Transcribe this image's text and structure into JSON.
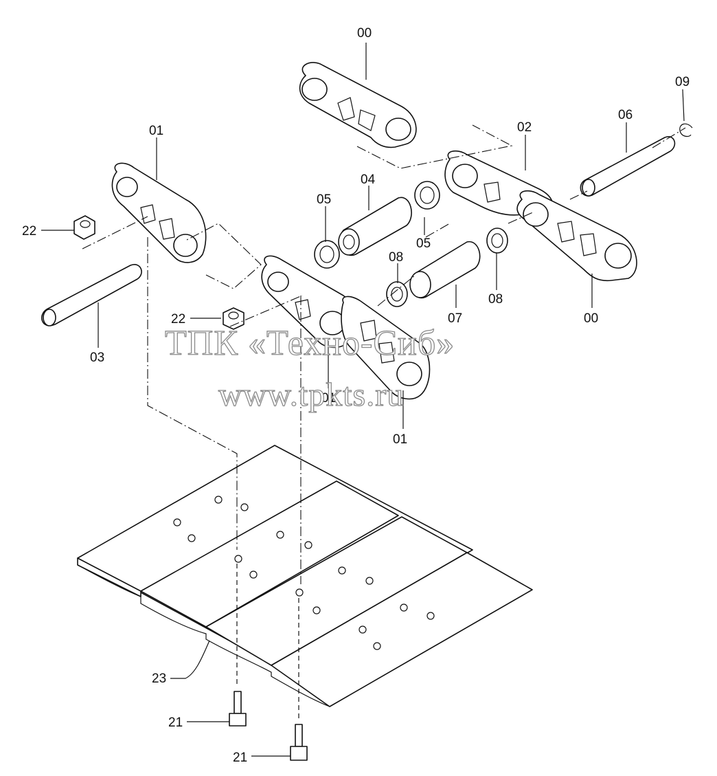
{
  "callouts": [
    {
      "id": "c00a",
      "text": "00"
    },
    {
      "id": "c09",
      "text": "09"
    },
    {
      "id": "c06",
      "text": "06"
    },
    {
      "id": "c02",
      "text": "02"
    },
    {
      "id": "c01a",
      "text": "01"
    },
    {
      "id": "c04",
      "text": "04"
    },
    {
      "id": "c05a",
      "text": "05"
    },
    {
      "id": "c05b",
      "text": "05"
    },
    {
      "id": "c22a",
      "text": "22"
    },
    {
      "id": "c08a",
      "text": "08"
    },
    {
      "id": "c08b",
      "text": "08"
    },
    {
      "id": "c07",
      "text": "07"
    },
    {
      "id": "c00b",
      "text": "00"
    },
    {
      "id": "c03",
      "text": "03"
    },
    {
      "id": "c22b",
      "text": "22"
    },
    {
      "id": "c01b",
      "text": "01"
    },
    {
      "id": "c01c",
      "text": "01"
    },
    {
      "id": "c23",
      "text": "23"
    },
    {
      "id": "c21a",
      "text": "21"
    },
    {
      "id": "c21b",
      "text": "21"
    }
  ],
  "watermark": {
    "line1": "ТПК «Техно-Сиб»",
    "line2": "www.tpkts.ru"
  }
}
